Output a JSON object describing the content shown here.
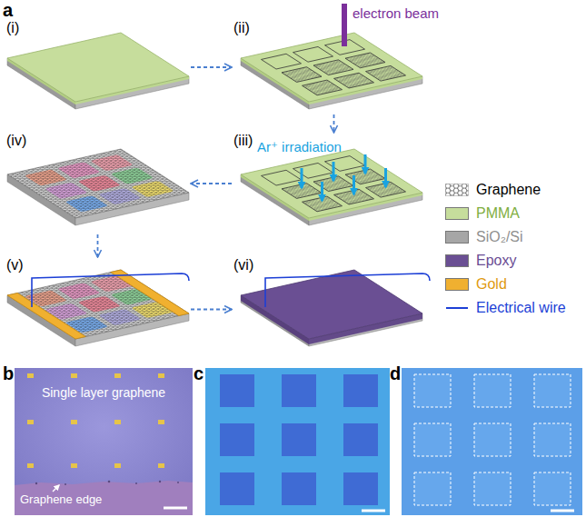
{
  "diagram": {
    "nodes": [
      {
        "text": [
          "(i)"
        ]
      },
      {
        "text": [
          "(ii)"
        ]
      },
      {
        "text": [
          "(iii)"
        ]
      },
      {
        "text": [
          "(iv)"
        ]
      },
      {
        "text": [
          "(v)"
        ]
      },
      {
        "text": [
          "(vi)"
        ]
      }
    ],
    "edges": [
      {
        "from": 0,
        "to": 1,
        "arrow": "to"
      },
      {
        "from": 1,
        "to": 2,
        "arrow": "to"
      },
      {
        "from": 2,
        "to": 3,
        "arrow": "to"
      },
      {
        "from": 3,
        "to": 4,
        "arrow": "to"
      },
      {
        "from": 4,
        "to": 5,
        "arrow": "to"
      }
    ],
    "labels": [
      "a",
      "electron beam",
      "Ar⁺ irradiation",
      "b",
      "Single layer graphene",
      "Graphene edge",
      "c",
      "d"
    ],
    "legend": [
      {
        "text": "Graphene"
      },
      {
        "text": "PMMA",
        "color": "#c6dd9c"
      },
      {
        "text": "SiO₂/Si",
        "color": "#a6a6a6"
      },
      {
        "text": "Epoxy",
        "color": "#6a4f93"
      },
      {
        "text": "Gold",
        "color": "#f0b030"
      },
      {
        "text": "Electrical wire"
      }
    ]
  }
}
